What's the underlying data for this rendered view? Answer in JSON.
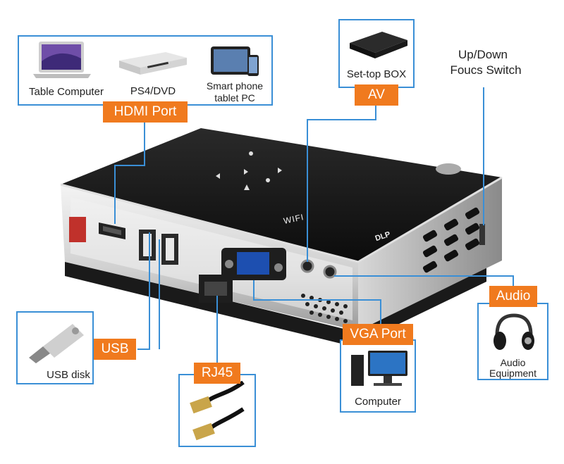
{
  "devices": {
    "hdmi": {
      "tag": "HDMI Port",
      "items": [
        "Table Computer",
        "PS4/DVD",
        "Smart phone",
        "tablet PC"
      ]
    },
    "av": {
      "tag": "AV",
      "item": "Set-top BOX"
    },
    "focus": {
      "line1": "Up/Down",
      "line2": "Foucs Switch"
    },
    "usb": {
      "tag": "USB",
      "item": "USB disk"
    },
    "rj45": {
      "tag": "RJ45"
    },
    "vga": {
      "tag": "VGA Port",
      "item": "Computer"
    },
    "audio": {
      "tag": "Audio",
      "line1": "Audio",
      "line2": "Equipment"
    }
  },
  "projector": {
    "wifi_label": "WIFI",
    "badge_dlp": "DLP"
  },
  "colors": {
    "accent": "#f07a1e",
    "connector": "#3a8fd6"
  }
}
